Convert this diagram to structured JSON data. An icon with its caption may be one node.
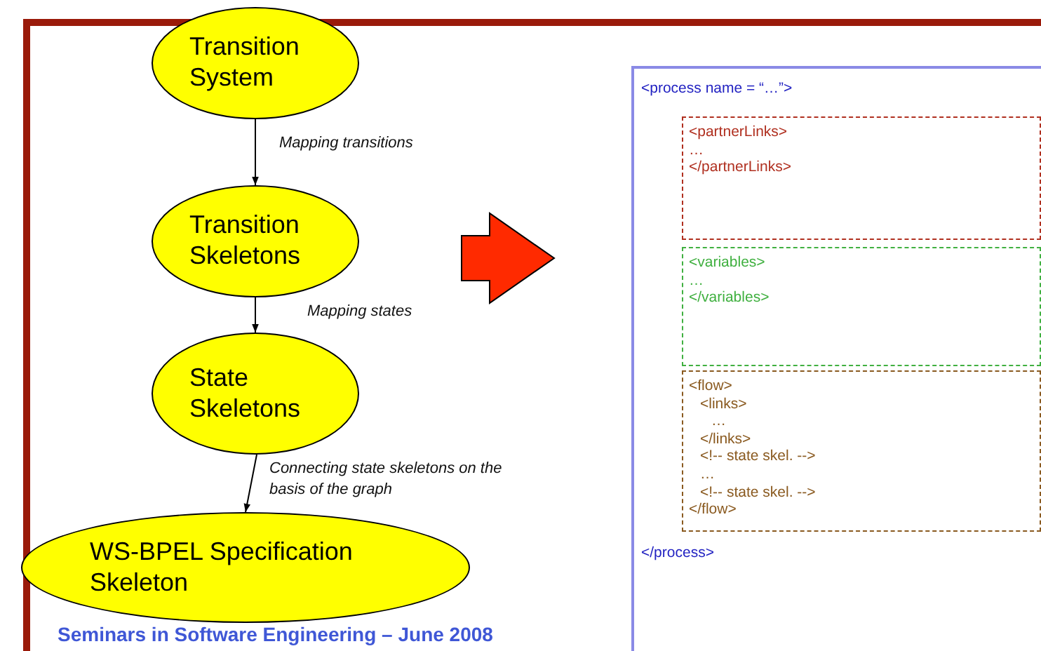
{
  "diagram": {
    "nodes": [
      {
        "text": [
          "Transition System"
        ]
      },
      {
        "text": [
          "Transition Skeletons"
        ]
      },
      {
        "text": [
          "State Skeletons"
        ]
      },
      {
        "text": [
          "WS-BPEL Specification Skeleton"
        ]
      },
      {
        "text": [
          "<process name = “…”>",
          "</process>"
        ]
      },
      {
        "text": [
          "<partnerLinks>",
          "…",
          "</partnerLinks>"
        ],
        "in": 4
      },
      {
        "text": [
          "<variables>",
          "…",
          "</variables>"
        ],
        "in": 4
      },
      {
        "text": [
          "<flow>",
          "<links>",
          "…",
          "</links>",
          "<!-- state skel. -->",
          "…",
          "<!-- state skel. -->",
          "</flow>"
        ],
        "in": 4
      }
    ],
    "edges": [
      {
        "from": 0,
        "to": 1,
        "arrow": "to",
        "label": "Mapping transitions"
      },
      {
        "from": 1,
        "to": 2,
        "arrow": "to",
        "label": "Mapping states"
      },
      {
        "from": 2,
        "to": 3,
        "arrow": "to",
        "label": "Connecting state skeletons on the basis of the graph"
      }
    ],
    "labels": [
      "Seminars in Software Engineering – June 2008"
    ]
  }
}
